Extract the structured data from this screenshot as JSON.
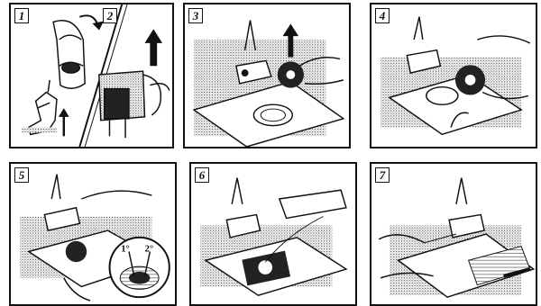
{
  "steps": [
    {
      "number": "1"
    },
    {
      "number": "2"
    },
    {
      "number": "3"
    },
    {
      "number": "4"
    },
    {
      "number": "5"
    },
    {
      "number": "6"
    },
    {
      "number": "7"
    }
  ],
  "inset_labels": {
    "first": "1°",
    "second": "2°"
  }
}
